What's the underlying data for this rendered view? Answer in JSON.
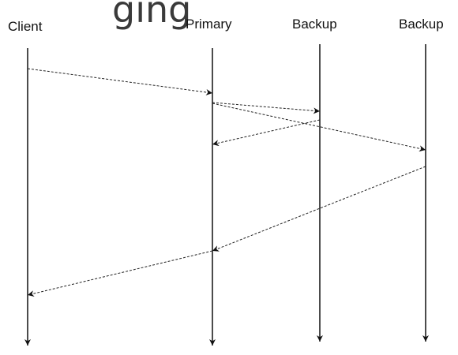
{
  "diagram": {
    "colors": {
      "line": "#111111",
      "message": "#222222",
      "text": "#111111",
      "heading": "#3a3a3a"
    },
    "heading_fragment": "ging",
    "participants": [
      {
        "id": "client",
        "label": "Client"
      },
      {
        "id": "primary",
        "label": "Primary"
      },
      {
        "id": "backup-1",
        "label": "Backup"
      },
      {
        "id": "backup-2",
        "label": "Backup"
      }
    ],
    "messages": [
      {
        "from": "client",
        "to": "primary"
      },
      {
        "from": "primary",
        "to": "backup-1"
      },
      {
        "from": "primary",
        "to": "backup-2"
      },
      {
        "from": "backup-1",
        "to": "primary"
      },
      {
        "from": "backup-2",
        "to": "primary"
      },
      {
        "from": "primary",
        "to": "client"
      }
    ]
  }
}
